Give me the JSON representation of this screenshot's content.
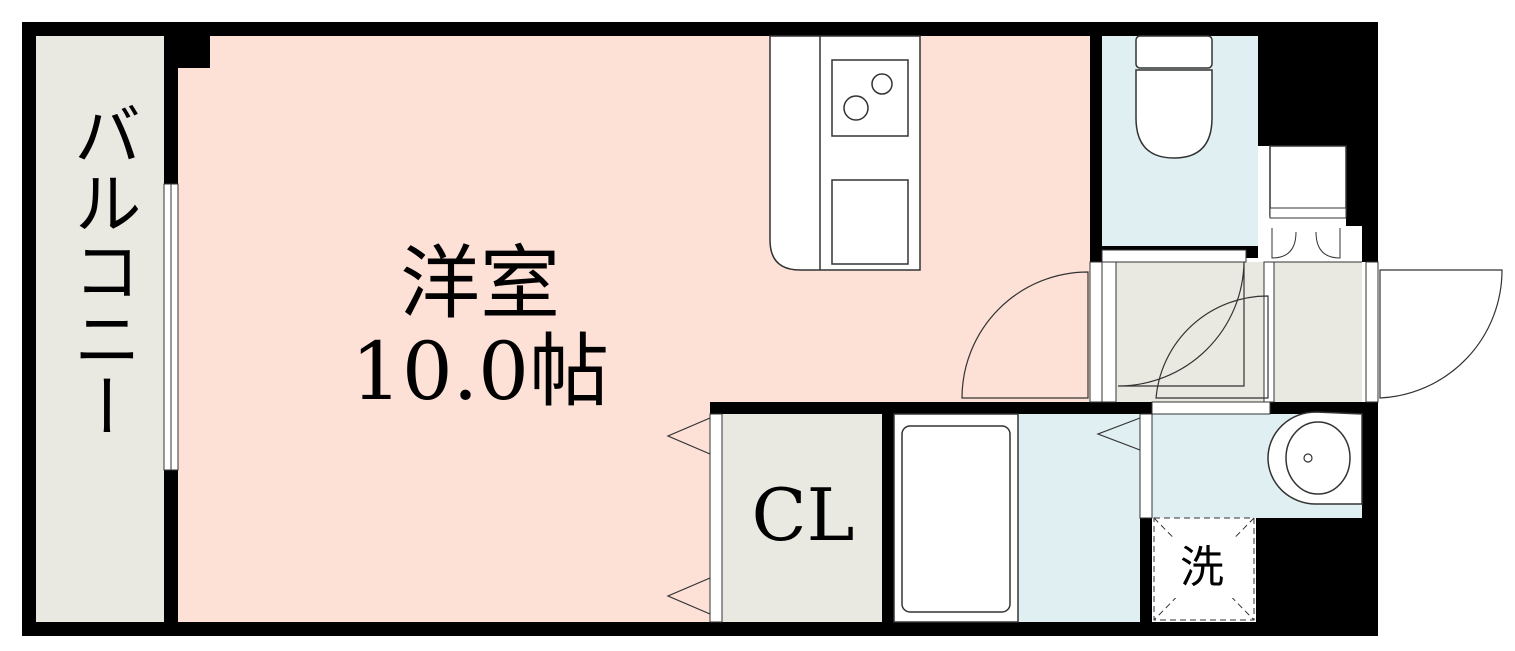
{
  "rooms": {
    "balcony": {
      "label": "バルコニー",
      "color": "#e9e9e2"
    },
    "western": {
      "label": "洋室",
      "size": "10.0帖",
      "color": "#fde0d6"
    },
    "closet": {
      "label": "CL",
      "color": "#e9e9e2"
    },
    "bath": {
      "color": "#e0eff1"
    },
    "toilet": {
      "color": "#e0eff1"
    },
    "washroom": {
      "color": "#e0eff1"
    },
    "entrance": {
      "color": "#e9e9e2"
    },
    "washer": {
      "label": "洗"
    }
  },
  "colors": {
    "wall": "#000000",
    "line": "#333333",
    "fixture": "#ffffff"
  }
}
